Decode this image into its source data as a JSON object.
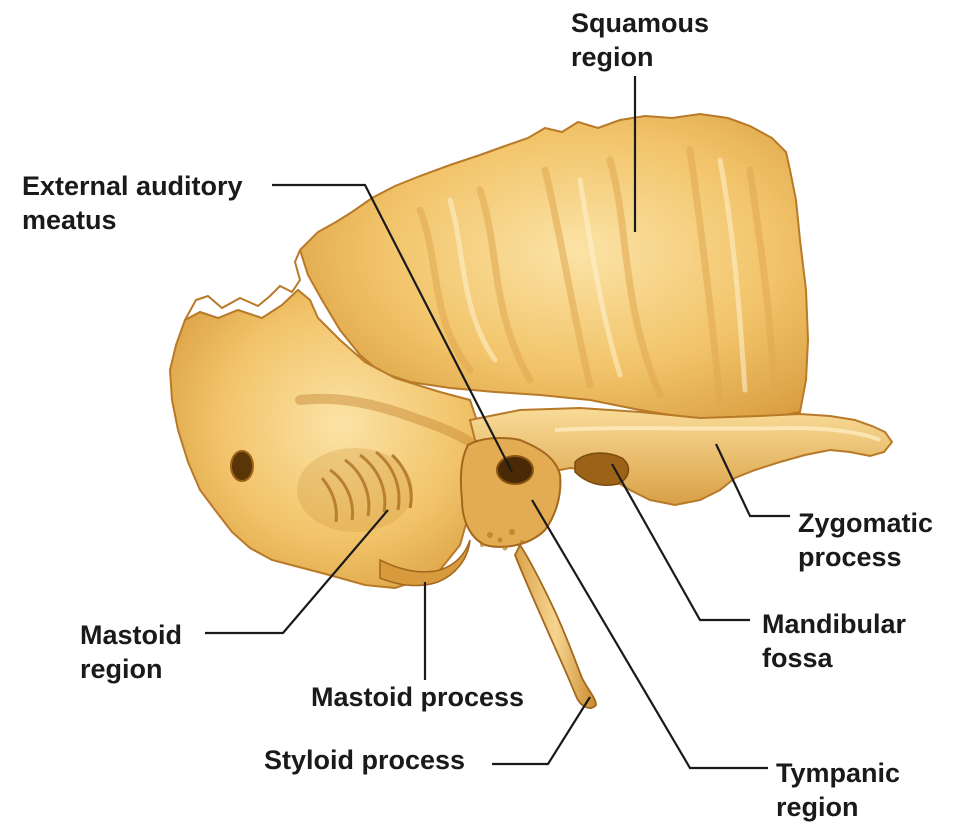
{
  "labels": {
    "squamous": [
      "Squamous",
      "region"
    ],
    "external_auditory": [
      "External auditory",
      "meatus"
    ],
    "zygomatic": [
      "Zygomatic",
      "process"
    ],
    "mandibular": [
      "Mandibular",
      "fossa"
    ],
    "mastoid_region": [
      "Mastoid",
      "region"
    ],
    "mastoid_process": [
      "Mastoid process"
    ],
    "styloid": [
      "Styloid process"
    ],
    "tympanic": [
      "Tympanic",
      "region"
    ]
  },
  "colors": {
    "bone_light": "#f7d487",
    "bone_mid": "#e8b457",
    "bone_dark": "#c98a2e",
    "bone_shadow": "#9c6318",
    "line": "#1a1a1a"
  }
}
